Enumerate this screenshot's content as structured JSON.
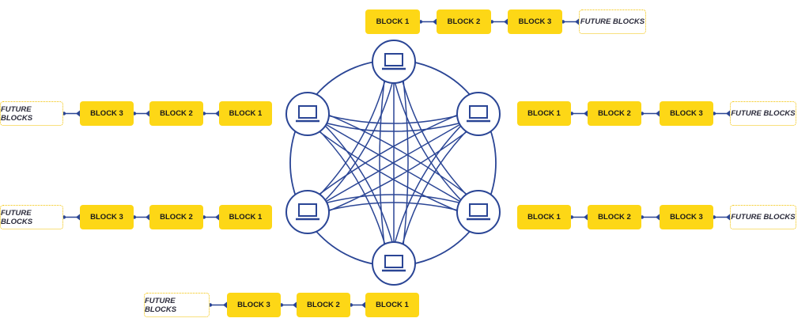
{
  "colors": {
    "block": "#fdd716",
    "line": "#2a4595",
    "future_border": "#f2c200"
  },
  "node_icon": "laptop-icon",
  "chains": [
    {
      "id": "top",
      "labels": [
        "BLOCK 1",
        "BLOCK 2",
        "BLOCK 3",
        "FUTURE BLOCKS"
      ]
    },
    {
      "id": "left-upper",
      "labels": [
        "FUTURE BLOCKS",
        "BLOCK 3",
        "BLOCK 2",
        "BLOCK 1"
      ]
    },
    {
      "id": "left-lower",
      "labels": [
        "FUTURE BLOCKS",
        "BLOCK 3",
        "BLOCK 2",
        "BLOCK 1"
      ]
    },
    {
      "id": "right-upper",
      "labels": [
        "BLOCK 1",
        "BLOCK 2",
        "BLOCK 3",
        "FUTURE BLOCKS"
      ]
    },
    {
      "id": "right-lower",
      "labels": [
        "BLOCK 1",
        "BLOCK 2",
        "BLOCK 3",
        "FUTURE BLOCKS"
      ]
    },
    {
      "id": "bottom",
      "labels": [
        "FUTURE BLOCKS",
        "BLOCK 3",
        "BLOCK 2",
        "BLOCK 1"
      ]
    }
  ]
}
